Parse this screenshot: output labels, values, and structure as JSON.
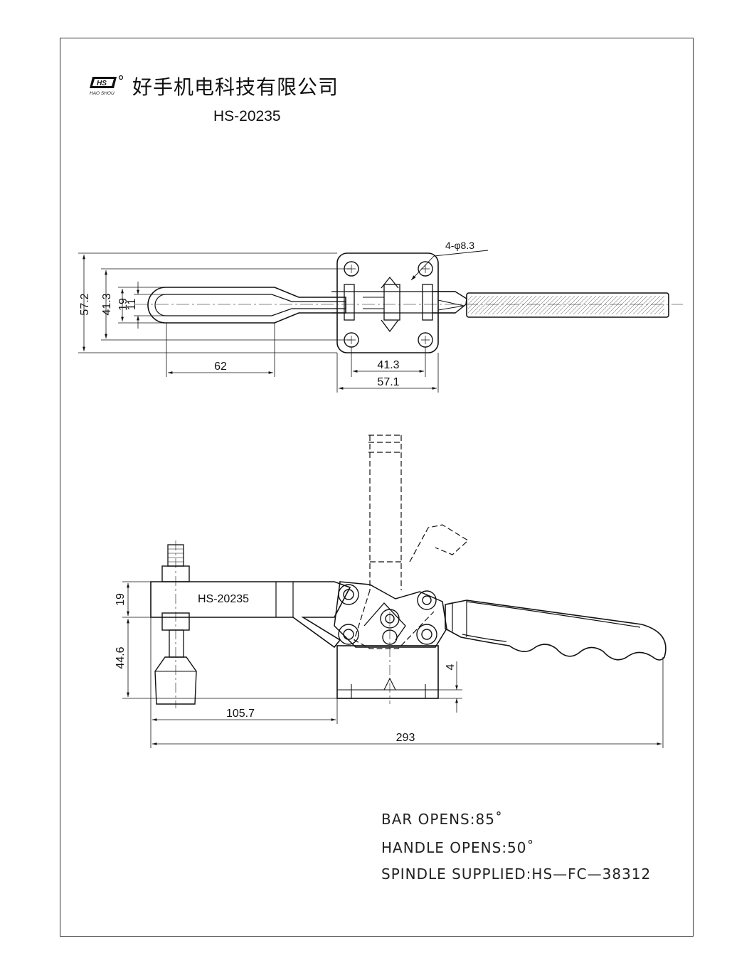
{
  "header": {
    "logo_text": "HS",
    "logo_subtext": "HAO SHOU",
    "company_name": "好手机电科技有限公司",
    "model": "HS-20235"
  },
  "top_view": {
    "hole_callout": "4-φ8.3",
    "dims": {
      "overall_height": "57.2",
      "hole_spacing_v": "41.3",
      "bar_width": "19",
      "slot_width": "11",
      "slot_length": "62",
      "hole_spacing_h": "41.3",
      "base_width": "57.1"
    }
  },
  "side_view": {
    "arm_label": "HS-20235",
    "dims": {
      "arm_height": "19",
      "spindle_height": "44.6",
      "base_thickness": "4",
      "reach": "105.7",
      "overall_length": "293"
    }
  },
  "specs": {
    "bar_opens": "BAR  OPENS:85˚",
    "handle_opens": "HANDLE  OPENS:50˚",
    "spindle": "SPINDLE  SUPPLIED:HS—FC—38312"
  }
}
